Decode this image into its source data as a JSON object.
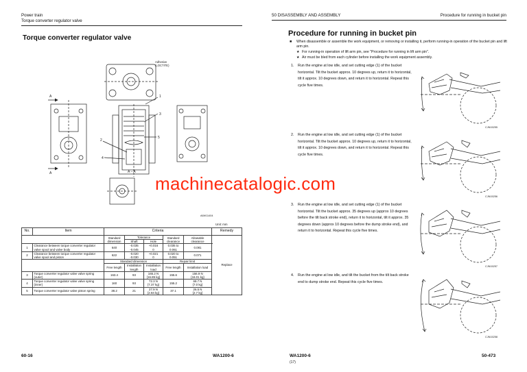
{
  "left_page": {
    "header_line1": "Power train",
    "header_line2": "Torque converter regulator valve",
    "title": "Torque converter regulator valve",
    "figure": {
      "note_line1": "Adhesive",
      "note_line2": "(LOCTITE)",
      "label_A1": "A",
      "label_A2": "A",
      "section_label": "A – A",
      "callout_1": "1",
      "callout_2": "2",
      "callout_3": "3",
      "callout_4": "4",
      "callout_5": "5",
      "figure_code": "A6W11404"
    },
    "unit_label": "Unit: mm",
    "table": {
      "col_no": "No.",
      "col_item": "Item",
      "col_criteria": "Criteria",
      "col_remedy": "Remedy",
      "standard_dimension": "Standard dimension",
      "tolerance": "Tolerance",
      "shaft": "Shaft",
      "hole": "Hole",
      "standard_clearance": "Standard clearance",
      "allowable_clearance": "Allowable clearance",
      "repair_limit": "Repair limit",
      "free_length": "Free length",
      "installation_length": "Installation length",
      "installation_load": "Installation load",
      "remedy_value": "Replace",
      "rows": [
        {
          "no": "1",
          "item": "Clearance between torque converter regulator valve spool and valve body",
          "std": "640",
          "shaft": "-0.035\n-0.045",
          "hole": "+0.016\n0",
          "std_clear": "0.035 to\n0.061",
          "allow": "0.081"
        },
        {
          "no": "2",
          "item": "Clearance between torque converter regulator valve spool and piston",
          "std": "622",
          "shaft": "-0.020\n-0.030",
          "hole": "+0.021\n0",
          "std_clear": "0.020 to\n0.051",
          "allow": "0.071"
        },
        {
          "no": "3",
          "item": "Torque converter regulator valve valve spring (outer)",
          "free": "163.4",
          "inst_len": "93",
          "inst_load": "165.2 N\n{16.85 kg}",
          "rep_free": "155.6",
          "rep_load": "156.9 N\n{16.01 kg}"
        },
        {
          "no": "4",
          "item": "Torque converter regulator valve valve spring (inner)",
          "free": "160",
          "inst_len": "93",
          "inst_load": "72.3 N\n{7.37 kg}",
          "rep_free": "155.2",
          "rep_load": "68.7 N\n{7.0 kg}"
        },
        {
          "no": "5",
          "item": "Torque converter regulator valve piston spring",
          "free": "38.2",
          "inst_len": "21",
          "inst_load": "27.9 N\n{2.84 kg}",
          "rep_free": "37.1",
          "rep_load": "26.5 N\n{2.7 kg}"
        }
      ]
    },
    "footer_page": "60-16",
    "footer_model": "WA1200-6"
  },
  "right_page": {
    "header_left": "50 DISASSEMBLY AND ASSEMBLY",
    "header_right": "Procedure for running in bucket pin",
    "title": "Procedure for running in bucket pin",
    "intro": "When disassemble or assemble the work equipment, or removing or installing it, perform running-in operation of the bucket pin and lift arm pin.",
    "star1": "For running-in operation of lift arm pin, see \"Procedure for running in lift arm pin\".",
    "star2": "Air must be bled from each cylinder before installing the work equipment assembly.",
    "steps": [
      {
        "num": "1.",
        "text": "Run the engine at low idle, and set cutting edge (1) of the bucket horizontal. Tilt the bucket approx. 10 degrees up, return it to horizontal, tilt it approx. 10 degrees down, and return it to horizontal. Repeat this cycle five times.",
        "fig_code": "CJN15255"
      },
      {
        "num": "2.",
        "text": "Run the engine at low idle, and set cutting edge (1) of the bucket horizontal. Tilt the bucket approx. 10 degrees up, return it to horizontal, tilt it approx. 10 degrees down, and return it to horizontal. Repeat this cycle five times.",
        "fig_code": "CJN15256"
      },
      {
        "num": "3.",
        "text": "Run the engine at low idle, and set cutting edge (1) of the bucket horizontal. Tilt the bucket approx. 35 degrees up (approx 10 degrees before the tilt back stroke end), return it to horizontal, tilt it approx. 35 degrees down (approx 10 degrees before the dump stroke end), and return it to horizontal. Repeat this cycle five times.",
        "fig_code": "CJN15257"
      },
      {
        "num": "4.",
        "text": "Run the engine at low idle, and tilt the bucket from the tilt back stroke end to dump stroke end. Repeat this cycle five times.",
        "fig_code": "CJN15258"
      }
    ],
    "footer_model": "WA1200-6",
    "footer_sub": "(17)",
    "footer_page": "50-473"
  },
  "watermark": "machinecatalogic.com"
}
